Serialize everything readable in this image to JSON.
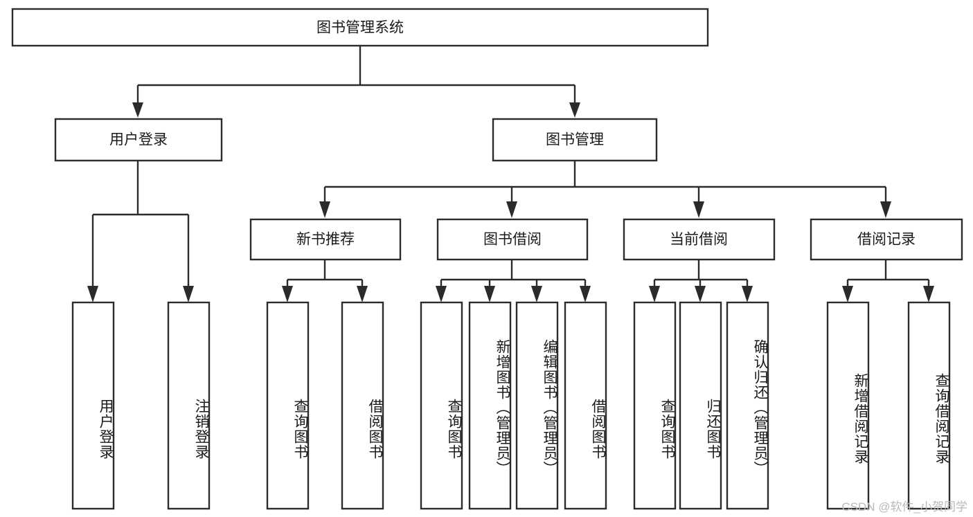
{
  "diagram": {
    "title": "图书管理系统",
    "type": "hierarchy-tree",
    "watermark": "CSDN @软件_小贺同学",
    "colors": {
      "stroke": "#2b2b2b",
      "fill": "#ffffff",
      "text": "#1a1a1a",
      "watermark": "#b9b9b9"
    },
    "levels": {
      "root": {
        "label": "图书管理系统"
      },
      "level2": [
        {
          "label": "用户登录"
        },
        {
          "label": "图书管理"
        }
      ],
      "level3": [
        {
          "label": "新书推荐"
        },
        {
          "label": "图书借阅"
        },
        {
          "label": "当前借阅"
        },
        {
          "label": "借阅记录"
        }
      ]
    },
    "leaves": {
      "user_login": [
        {
          "label": "用户登录"
        },
        {
          "label": "注销登录"
        }
      ],
      "new_book_recommend": [
        {
          "label": "查询图书"
        },
        {
          "label": "借阅图书"
        }
      ],
      "book_borrow": [
        {
          "label": "查询图书"
        },
        {
          "label": "新增图书（管理员）"
        },
        {
          "label": "编辑图书（管理员）"
        },
        {
          "label": "借阅图书"
        }
      ],
      "current_borrow": [
        {
          "label": "查询图书"
        },
        {
          "label": "归还图书"
        },
        {
          "label": "确认归还（管理员）"
        }
      ],
      "borrow_record": [
        {
          "label": "新增借阅记录"
        },
        {
          "label": "查询借阅记录"
        }
      ]
    }
  }
}
